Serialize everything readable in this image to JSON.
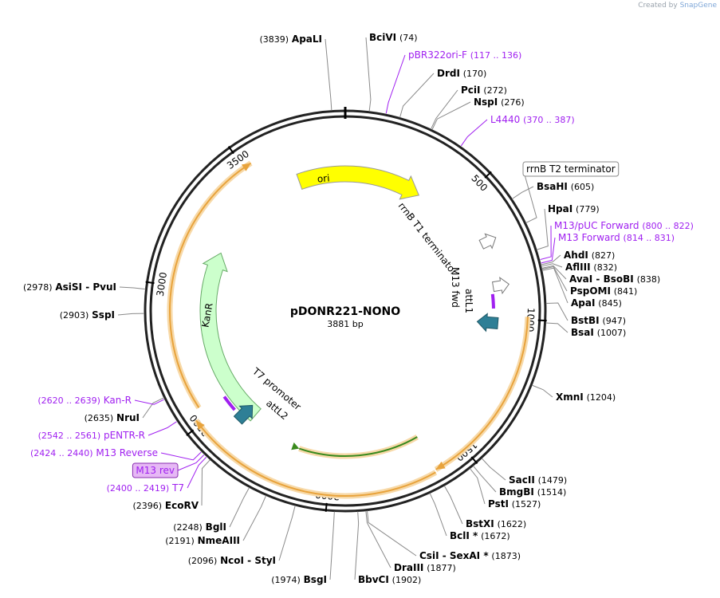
{
  "credit": {
    "prefix": "Created by",
    "brand": "SnapGene"
  },
  "plasmid": {
    "name": "pDONR221-NONO",
    "size": "3881 bp",
    "length": 3881
  },
  "colors": {
    "ori": "#ffff00",
    "kanr": "#ccffcc",
    "attl": "#2e7f96",
    "primer": "#a020f0",
    "orange": "#e8a33c",
    "green": "#3a8a1e",
    "terminator": "#ffffff"
  },
  "ticks": [
    "500",
    "1000",
    "1500",
    "2000",
    "2500",
    "3000",
    "3500"
  ],
  "features": [
    {
      "name": "ori",
      "kind": "ori"
    },
    {
      "name": "KanR",
      "kind": "kanr"
    },
    {
      "name": "rrnB T1 terminator",
      "kind": "terminator"
    },
    {
      "name": "rrnB T2 terminator",
      "kind": "terminator"
    },
    {
      "name": "attL1",
      "kind": "attl"
    },
    {
      "name": "attL2",
      "kind": "attl"
    },
    {
      "name": "M13 fwd",
      "kind": "primer"
    },
    {
      "name": "T7 promoter",
      "kind": "promoter"
    }
  ],
  "labels": [
    {
      "pos": "(3839)",
      "name": "ApaLI",
      "type": "enzyme"
    },
    {
      "name": "BciVI",
      "pos": "(74)",
      "type": "enzyme"
    },
    {
      "name": "pBR322ori-F",
      "pos": "(117 .. 136)",
      "type": "primer"
    },
    {
      "name": "DrdI",
      "pos": "(170)",
      "type": "enzyme"
    },
    {
      "name": "PciI",
      "pos": "(272)",
      "type": "enzyme"
    },
    {
      "name": "NspI",
      "pos": "(276)",
      "type": "enzyme"
    },
    {
      "name": "L4440",
      "pos": "(370 .. 387)",
      "type": "primer"
    },
    {
      "name": "rrnB T2 terminator",
      "pos": "",
      "type": "boxed"
    },
    {
      "name": "BsaHI",
      "pos": "(605)",
      "type": "enzyme"
    },
    {
      "name": "HpaI",
      "pos": "(779)",
      "type": "enzyme"
    },
    {
      "name": "M13/pUC Forward",
      "pos": "(800 .. 822)",
      "type": "primer"
    },
    {
      "name": "M13 Forward",
      "pos": "(814 .. 831)",
      "type": "primer"
    },
    {
      "name": "AhdI",
      "pos": "(827)",
      "type": "enzyme"
    },
    {
      "name": "AflIII",
      "pos": "(832)",
      "type": "enzyme"
    },
    {
      "name": "AvaI  - BsoBI",
      "pos": "(838)",
      "type": "enzyme"
    },
    {
      "name": "PspOMI",
      "pos": "(841)",
      "type": "enzyme"
    },
    {
      "name": "ApaI",
      "pos": "(845)",
      "type": "enzyme"
    },
    {
      "name": "BstBI",
      "pos": "(947)",
      "type": "enzyme"
    },
    {
      "name": "BsaI",
      "pos": "(1007)",
      "type": "enzyme"
    },
    {
      "name": "XmnI",
      "pos": "(1204)",
      "type": "enzyme"
    },
    {
      "name": "SacII",
      "pos": "(1479)",
      "type": "enzyme"
    },
    {
      "name": "BmgBI",
      "pos": "(1514)",
      "type": "enzyme"
    },
    {
      "name": "PstI",
      "pos": "(1527)",
      "type": "enzyme"
    },
    {
      "name": "BstXI",
      "pos": "(1622)",
      "type": "enzyme"
    },
    {
      "name": "BclI *",
      "pos": "(1672)",
      "type": "enzyme"
    },
    {
      "name": "CsiI  - SexAI *",
      "pos": "(1873)",
      "type": "enzyme"
    },
    {
      "name": "DraIII",
      "pos": "(1877)",
      "type": "enzyme"
    },
    {
      "name": "BbvCI",
      "pos": "(1902)",
      "type": "enzyme"
    },
    {
      "pos": "(1974)",
      "name": "BsgI",
      "type": "enzyme"
    },
    {
      "pos": "(2096)",
      "name": "NcoI  - StyI",
      "type": "enzyme"
    },
    {
      "pos": "(2191)",
      "name": "NmeAIII",
      "type": "enzyme"
    },
    {
      "pos": "(2248)",
      "name": "BglI",
      "type": "enzyme"
    },
    {
      "pos": "(2396)",
      "name": "EcoRV",
      "type": "enzyme"
    },
    {
      "pos": "(2400 .. 2419)",
      "name": "T7",
      "type": "primer"
    },
    {
      "pos": "",
      "name": "M13 rev",
      "type": "boxedprimer"
    },
    {
      "pos": "(2424 .. 2440)",
      "name": "M13 Reverse",
      "type": "primer"
    },
    {
      "pos": "(2542 .. 2561)",
      "name": "pENTR-R",
      "type": "primer"
    },
    {
      "pos": "(2635)",
      "name": "NruI",
      "type": "enzyme"
    },
    {
      "pos": "(2620 .. 2639)",
      "name": "Kan-R",
      "type": "primer"
    },
    {
      "pos": "(2903)",
      "name": "SspI",
      "type": "enzyme"
    },
    {
      "pos": "(2978)",
      "name": "AsiSI  - PvuI",
      "type": "enzyme"
    }
  ]
}
